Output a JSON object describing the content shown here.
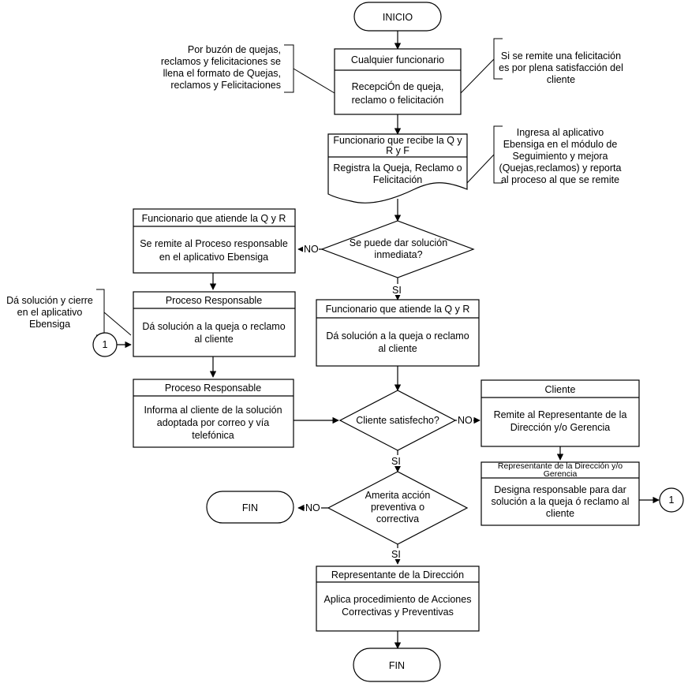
{
  "start_label": "INICIO",
  "end_label": "FIN",
  "annotations": {
    "buzon": [
      "Por buzón de quejas,",
      "reclamos y felicitaciones se",
      "llena el formato de Quejas,",
      "reclamos y Felicitaciones"
    ],
    "felicitacion": [
      "Si se remite una felicitación",
      "es por plena satisfacción del",
      "cliente"
    ],
    "ebensiga": [
      "Ingresa al aplicativo",
      "Ebensiga en el módulo de",
      "Seguimiento y mejora",
      "(Quejas,reclamos) y reporta",
      "al proceso al que se remite"
    ],
    "cierre": [
      "Dá solución y cierre",
      "en el aplicativo",
      "Ebensiga"
    ]
  },
  "boxes": {
    "recepcion": {
      "header": "Cualquier funcionario",
      "body": [
        "RecepciÓn de queja,",
        "reclamo o felicitación"
      ]
    },
    "registro": {
      "header": [
        "Funcionario que recibe la Q y",
        "R y F"
      ],
      "body": [
        "Registra la Queja, Reclamo o",
        "Felicitación"
      ]
    },
    "remite": {
      "header": "Funcionario que atiende la Q y R",
      "body": [
        "Se remite al Proceso responsable",
        "en el aplicativo Ebensiga"
      ]
    },
    "proceso_solucion": {
      "header": "Proceso Responsable",
      "body": [
        "Dá solución a la queja o reclamo",
        "al cliente"
      ]
    },
    "funcionario_solucion": {
      "header": "Funcionario que atiende la Q y R",
      "body": [
        "Dá solución a la queja o reclamo",
        "al cliente"
      ]
    },
    "informa": {
      "header": "Proceso Responsable",
      "body": [
        "Informa al cliente de la solución",
        "adoptada por correo y vía",
        "telefónica"
      ]
    },
    "cliente": {
      "header": "Cliente",
      "body": [
        "Remite al Representante de la",
        "Dirección y/o Gerencia"
      ]
    },
    "designa": {
      "header": [
        "Representante de la Dirección y/o",
        "Gerencia"
      ],
      "body": [
        "Designa responsable para dar",
        "solución a la queja ó reclamo al",
        "cliente"
      ]
    },
    "aplica": {
      "header": "Representante de la Dirección",
      "body": [
        "Aplica procedimiento de Acciones",
        "Correctivas y Preventivas"
      ]
    }
  },
  "decisions": {
    "inmediata": [
      "Se puede dar solución",
      "inmediata?"
    ],
    "satisfecho": [
      "Cliente satisfecho?"
    ],
    "amerita": [
      "Amerita acción",
      "preventiva o",
      "correctiva"
    ]
  },
  "edge_labels": {
    "no": "NO",
    "si": "SI"
  },
  "connector": "1"
}
